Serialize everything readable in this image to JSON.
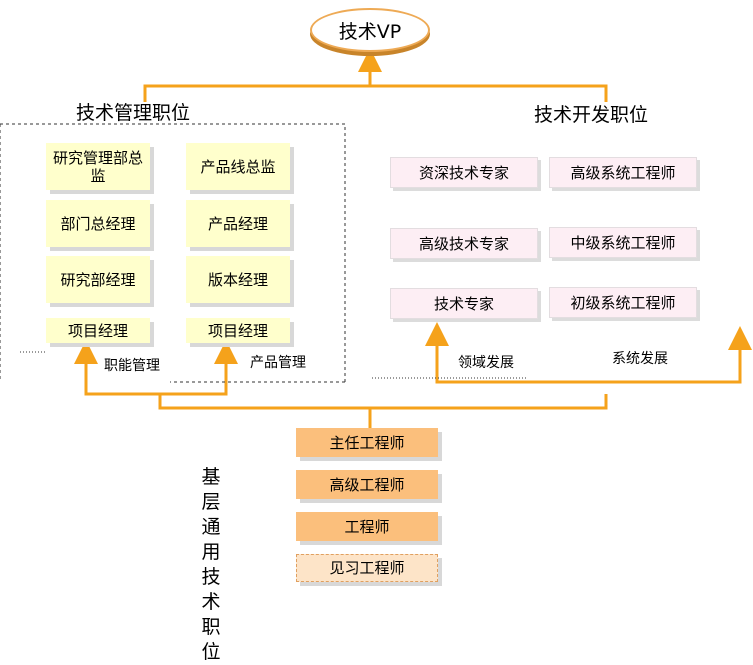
{
  "vp": {
    "label": "技术VP"
  },
  "management": {
    "title": "技术管理职位",
    "col1": [
      "研究管理部总监",
      "部门总经理",
      "研究部经理",
      "项目经理"
    ],
    "col2": [
      "产品线总监",
      "产品经理",
      "版本经理",
      "项目经理"
    ],
    "label_functional": "职能管理",
    "label_product": "产品管理"
  },
  "development": {
    "title": "技术开发职位",
    "col1": [
      "资深技术专家",
      "高级技术专家",
      "技术专家"
    ],
    "col2": [
      "高级系统工程师",
      "中级系统工程师",
      "初级系统工程师"
    ],
    "label_domain": "领域发展",
    "label_system": "系统发展"
  },
  "basic": {
    "title_lines": [
      "基层",
      "通用",
      "技术",
      "职位"
    ],
    "levels": [
      "主任工程师",
      "高级工程师",
      "工程师",
      "见习工程师"
    ]
  },
  "colors": {
    "arrow": "#f5a21b",
    "box_yellow": "#ffffcc",
    "box_pink": "#fdeef4",
    "box_orange": "#fbbf7c"
  }
}
